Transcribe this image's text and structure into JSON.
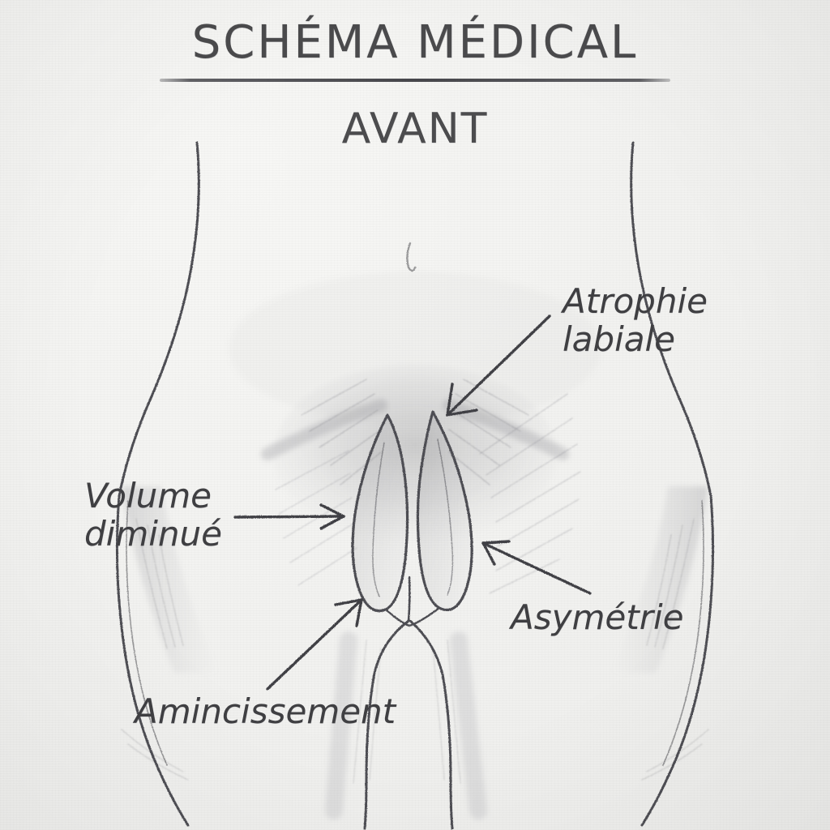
{
  "document": {
    "kind": "hand-drawn medical diagram",
    "language": "fr",
    "paper_color": "#f9f9f8",
    "ink_color": "#3f3f42"
  },
  "header": {
    "title": "SCHÉMA MÉDICAL",
    "subtitle": "AVANT"
  },
  "annotations": [
    {
      "id": "atrophie",
      "label": "Atrophie\nlabiale",
      "arrow": "arrow-down-left"
    },
    {
      "id": "volume",
      "label": "Volume\ndiminué",
      "arrow": "arrow-right"
    },
    {
      "id": "asymetrie",
      "label": "Asymétrie",
      "arrow": "arrow-up-left"
    },
    {
      "id": "amincissement",
      "label": "Amincissement",
      "arrow": "arrow-up-right"
    }
  ],
  "figure": {
    "name": "female-lower-torso-sketch",
    "parts": [
      "left-waist-contour",
      "right-waist-contour",
      "navel",
      "left-hip-contour",
      "right-hip-contour",
      "pubic-mound-shading",
      "left-labium",
      "right-labium",
      "left-inner-thigh",
      "right-inner-thigh",
      "perineal-line"
    ]
  }
}
